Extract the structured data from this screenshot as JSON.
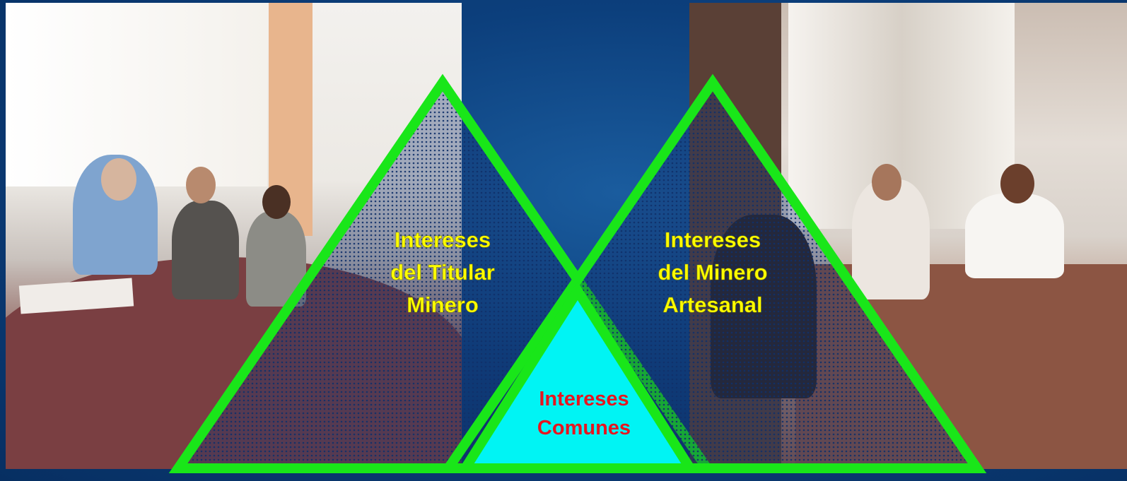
{
  "left_triangle": {
    "line1": "Intereses",
    "line2": "del Titular",
    "line3": "Minero"
  },
  "right_triangle": {
    "line1": "Intereses",
    "line2": "del Minero",
    "line3": "Artesanal"
  },
  "center_triangle": {
    "line1": "Intereses",
    "line2": "Comunes"
  },
  "colors": {
    "background": "#0b3e7b",
    "triangle_stroke": "#19e619",
    "center_fill": "#00f4f4",
    "side_label": "#ffff00",
    "center_label": "#e8141e"
  }
}
